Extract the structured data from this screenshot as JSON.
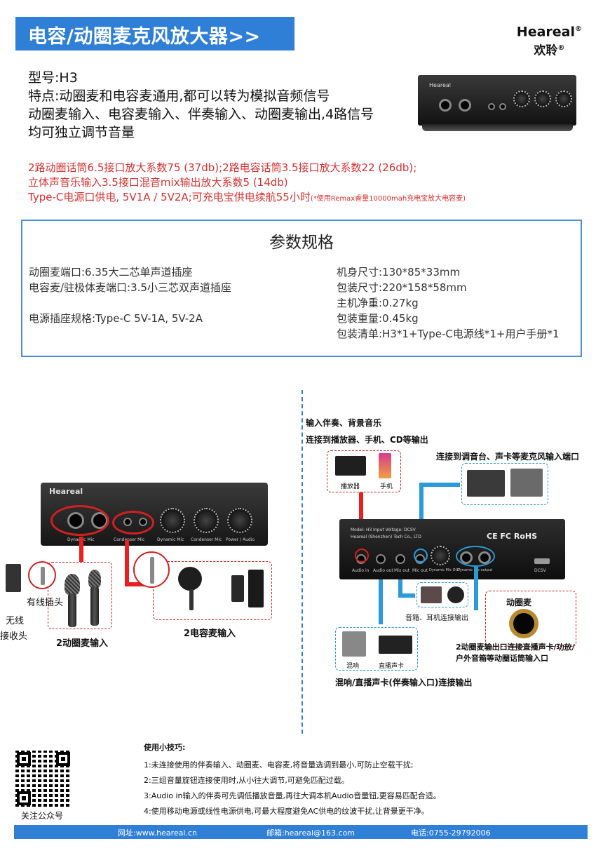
{
  "header": {
    "title": "电容/动圈麦克风放大器>>",
    "brand_en": "Heareal",
    "brand_cn": "欢聆",
    "reg_mark": "®"
  },
  "intro": {
    "model": "型号:H3",
    "feature": "特点:动圈麦和电容麦通用,都可以转为模拟音频信号",
    "line3": "动圈麦输入、电容麦输入、伴奏输入、动圈麦输出,4路信号",
    "line4": "均可独立调节音量"
  },
  "red_specs": {
    "line1": "2路动圈话筒6.5接口放大系数75 (37db);2路电容话筒3.5接口放大系数22 (26db);",
    "line2": "立体声音乐输入3.5接口混音mix输出放大系数5 (14db)",
    "line3": "Type-C电源口供电, 5V1A / 5V2A;可充电宝供电续航55小时",
    "line3_note": "(*使用Remax睿量10000mah充电宝放大电容麦)"
  },
  "spec": {
    "title": "参数规格",
    "left": [
      "动圈麦端口:6.35大二芯单声道插座",
      "电容麦/驻极体麦端口:3.5小三芯双声道插座",
      "电源插座规格:Type-C 5V-1A, 5V-2A"
    ],
    "right": [
      "机身尺寸:130*85*33mm",
      "包装尺寸:220*158*58mm",
      "主机净重:0.27kg",
      "包装重量:0.45kg",
      "包装清单:H3*1+Type-C电源线*1+用户手册*1"
    ]
  },
  "diagram_left": {
    "device_brand": "Heareal",
    "panel_labels": [
      "Dynamic Mic",
      "Condenser Mic",
      "Dynamic Mic",
      "Condenser Mic",
      "Power / Audio"
    ],
    "wired_plug": "有线插头",
    "wireless_1": "无线",
    "wireless_2": "接收头",
    "dynamic_input": "2动圈麦输入",
    "condenser_input": "2电容麦输入"
  },
  "diagram_right": {
    "accompaniment": "输入伴奏、背景音乐",
    "connect_player": "连接到播放器、手机、CD等输出",
    "player": "播放器",
    "phone": "手机",
    "connect_mixer": "连接到调音台、声卡等麦克风输入端口",
    "device_model": "Model: H3    Input Voltage: DCSV",
    "device_company": "Heareal (Shenzhen) Tech Co., LTD",
    "cert": "CE FC RoHS",
    "port_labels": [
      "Audio in",
      "Audio out",
      "Mix out",
      "Mic out",
      "Dynamic Mic OUT",
      "Dynamic Mic output",
      "DCSV"
    ],
    "speaker_output": "音箱、耳机连接输出",
    "dynamic_mic": "动圈麦",
    "dyn_out_1": "2动圈麦输出口连接直播声卡/功放/",
    "dyn_out_2": "户外音箱等动圈话筒输入口",
    "reverb": "混响",
    "live_card": "直播声卡",
    "mix_output": "混响/直播声卡(伴奏输入口)连接输出"
  },
  "tips": {
    "title": "使用小技巧:",
    "items": [
      "1:未连接使用的伴奏输入、动圈麦、电容麦,将音量选调到最小,可防止空载干扰;",
      "2:三组音量旋钮连接使用时,从小往大调节,可避免匹配过载。",
      "3:Audio in输入的伴奏可先调低播放音量,再往大调本机Audio音量钮,更容易匹配合适。",
      "4:使用移动电源或线性电源供电,可最大程度避免AC供电的纹波干扰,让背景更干净。"
    ]
  },
  "qr_caption": "关注公众号",
  "footer": {
    "website": "网址:www.heareal.cn",
    "email": "邮箱:heareal@163.com",
    "phone": "电话:0755-29792006"
  },
  "colors": {
    "accent_blue": "#2f7fd6",
    "spec_red": "#d83030",
    "link_red": "#e82020",
    "link_blue": "#2a9ad8"
  }
}
